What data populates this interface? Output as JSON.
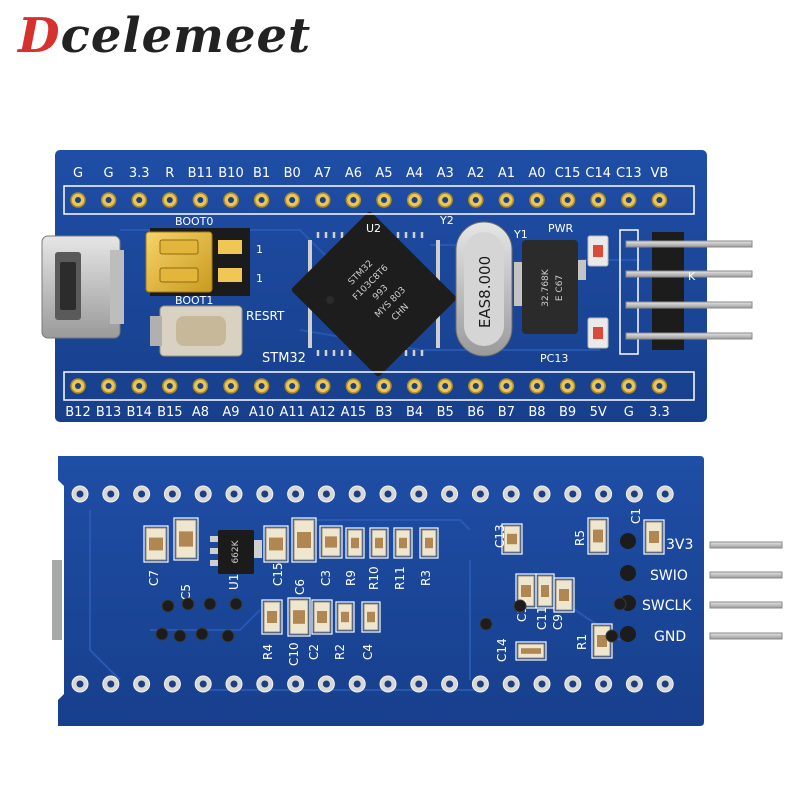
{
  "brand": {
    "first_letter": "D",
    "rest": "celemeet"
  },
  "top_board": {
    "top_pin_labels": [
      "G",
      "G",
      "3.3",
      "R",
      "B11",
      "B10",
      "B1",
      "B0",
      "A7",
      "A6",
      "A5",
      "A4",
      "A3",
      "A2",
      "A1",
      "A0",
      "C15",
      "C14",
      "C13",
      "VB"
    ],
    "bottom_pin_labels": [
      "B12",
      "B13",
      "B14",
      "B15",
      "A8",
      "A9",
      "A10",
      "A11",
      "A12",
      "A15",
      "B3",
      "B4",
      "B5",
      "B6",
      "B7",
      "B8",
      "B9",
      "5V",
      "G",
      "3.3"
    ],
    "boot0": "BOOT0",
    "boot1": "BOOT1",
    "jumper_1a": "1",
    "jumper_1b": "1",
    "reset": "RESRT",
    "stm": "STM32",
    "u2": "U2",
    "y2": "Y2",
    "y1": "Y1",
    "pwr": "PWR",
    "pc13": "PC13",
    "crystal": "EAS8.000",
    "rtc_crystal_1": "32.768K",
    "rtc_crystal_2": "E  C67",
    "chip_line1": "STM32",
    "chip_line2": "F103C8T6",
    "chip_line3": "993",
    "chip_line4": "MYS 803",
    "chip_line5": "CHN",
    "k_label": "K"
  },
  "bottom_board": {
    "swd_labels": [
      "3V3",
      "SWIO",
      "SWCLK",
      "GND"
    ],
    "components": [
      "C7",
      "C5",
      "U1",
      "C15",
      "C6",
      "C3",
      "R9",
      "R10",
      "R11",
      "R3",
      "R4",
      "C10",
      "C2",
      "R2",
      "C4",
      "C13",
      "R5",
      "C1",
      "C12",
      "C11",
      "C9",
      "C14",
      "R1"
    ],
    "regulator_code": "662K"
  }
}
